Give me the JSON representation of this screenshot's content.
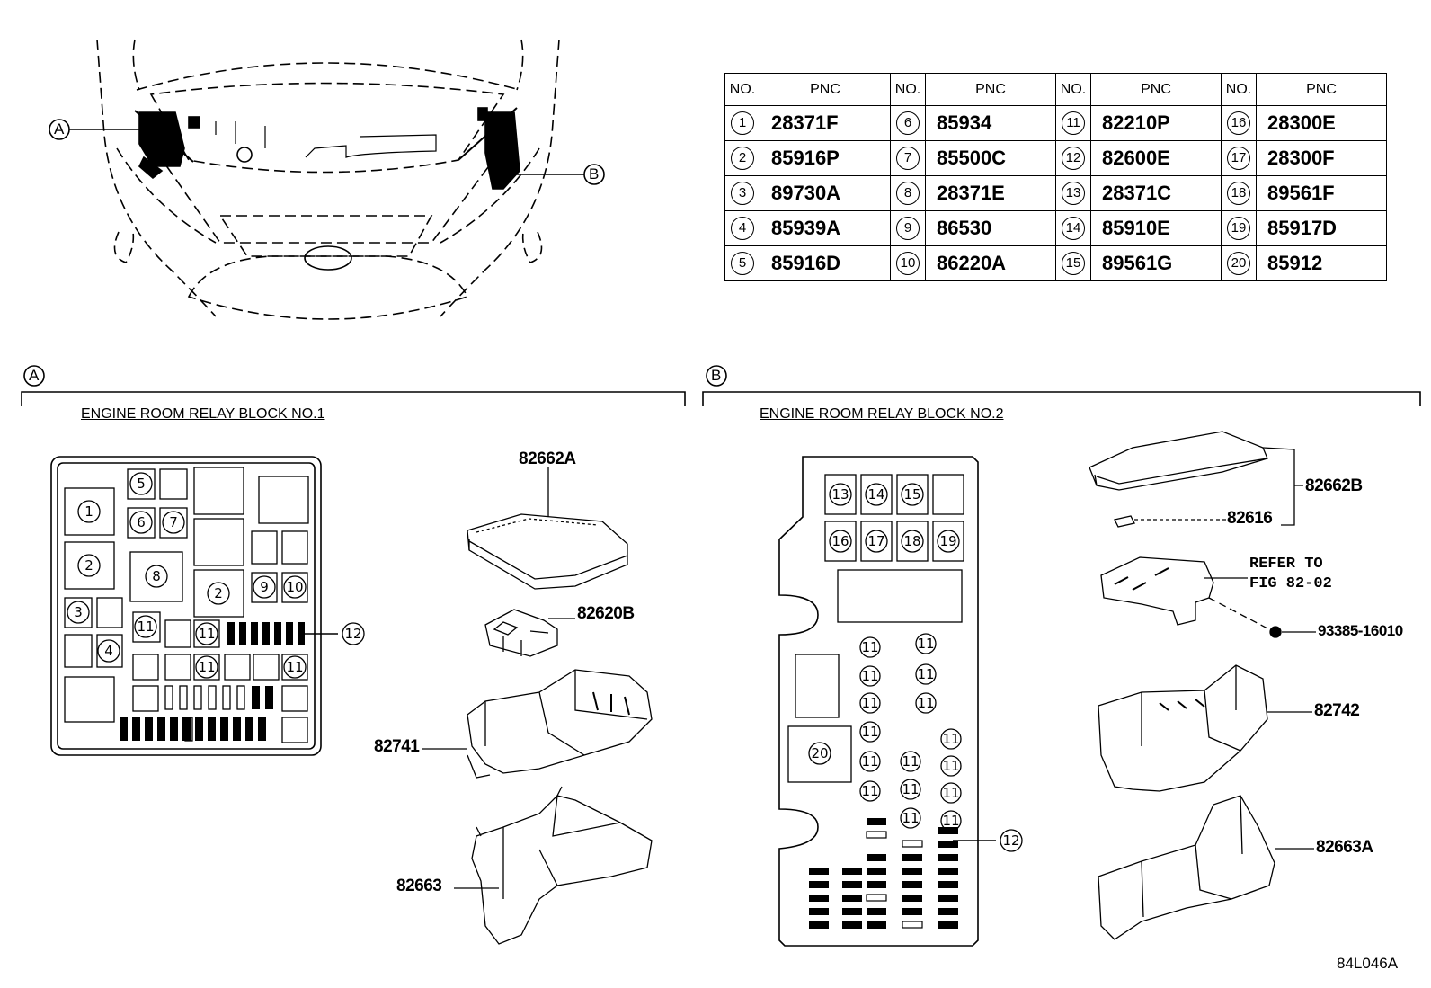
{
  "table": {
    "headers": {
      "no": "NO.",
      "pnc": "PNC"
    },
    "rows": [
      [
        {
          "no": "1",
          "pnc": "28371F"
        },
        {
          "no": "6",
          "pnc": "85934"
        },
        {
          "no": "11",
          "pnc": "82210P"
        },
        {
          "no": "16",
          "pnc": "28300E"
        }
      ],
      [
        {
          "no": "2",
          "pnc": "85916P"
        },
        {
          "no": "7",
          "pnc": "85500C"
        },
        {
          "no": "12",
          "pnc": "82600E"
        },
        {
          "no": "17",
          "pnc": "28300F"
        }
      ],
      [
        {
          "no": "3",
          "pnc": "89730A"
        },
        {
          "no": "8",
          "pnc": "28371E"
        },
        {
          "no": "13",
          "pnc": "28371C"
        },
        {
          "no": "18",
          "pnc": "89561F"
        }
      ],
      [
        {
          "no": "4",
          "pnc": "85939A"
        },
        {
          "no": "9",
          "pnc": "86530"
        },
        {
          "no": "14",
          "pnc": "85910E"
        },
        {
          "no": "19",
          "pnc": "85917D"
        }
      ],
      [
        {
          "no": "5",
          "pnc": "85916D"
        },
        {
          "no": "10",
          "pnc": "86220A"
        },
        {
          "no": "15",
          "pnc": "89561G"
        },
        {
          "no": "20",
          "pnc": "85912"
        }
      ]
    ]
  },
  "callouts": {
    "a": "A",
    "b": "B"
  },
  "section_a": {
    "letter": "A",
    "title": "ENGINE ROOM RELAY BLOCK NO.1"
  },
  "section_b": {
    "letter": "B",
    "title": "ENGINE ROOM RELAY BLOCK NO.2"
  },
  "parts": {
    "p82662A": "82662A",
    "p82620B": "82620B",
    "p82741": "82741",
    "p82663": "82663",
    "p82662B": "82662B",
    "p82616": "82616",
    "refer_line1": "REFER TO",
    "refer_line2": "FIG 82-02",
    "p93385": "93385-16010",
    "p82742": "82742",
    "p82663A": "82663A"
  },
  "block1": {
    "labels": [
      "1",
      "2",
      "3",
      "4",
      "5",
      "6",
      "7",
      "8",
      "2",
      "9",
      "10",
      "11",
      "11",
      "11",
      "11",
      "12"
    ]
  },
  "block2": {
    "labels": [
      "13",
      "14",
      "15",
      "16",
      "17",
      "18",
      "19",
      "20",
      "11",
      "12"
    ]
  },
  "figure_code": "84L046A"
}
